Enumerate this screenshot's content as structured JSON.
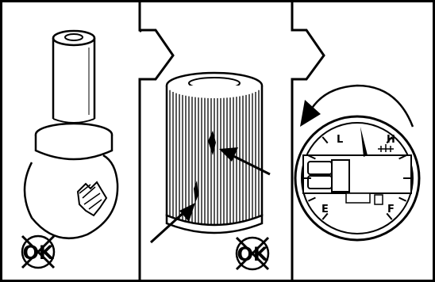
{
  "panels": [
    {
      "id": "ball-joint",
      "badge": "OK",
      "badge_crossed": true
    },
    {
      "id": "filter",
      "badge": "OK",
      "badge_crossed": true
    },
    {
      "id": "gauge"
    }
  ],
  "gauge": {
    "top_left": "L",
    "top_right": "H",
    "bottom_left": "E",
    "bottom_right": "F"
  },
  "colors": {
    "ink": "#000000",
    "paper": "#ffffff"
  }
}
